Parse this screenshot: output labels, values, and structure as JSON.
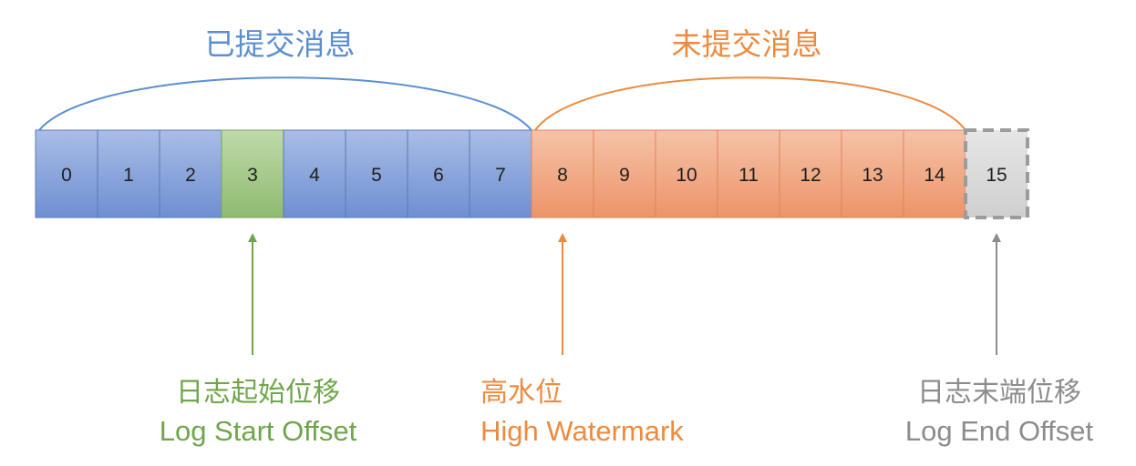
{
  "colors": {
    "committed": "#6f8fd2",
    "committed_stroke": "#5a78b8",
    "committed_label": "#5b8fd1",
    "start": "#97c17c",
    "start_stroke": "#7aa35f",
    "start_label": "#6fa64b",
    "uncommitted": "#ee9f78",
    "uncommitted_stroke": "#e2835a",
    "uncommitted_label": "#ee8a3f",
    "end": "#d6d6d6",
    "end_stroke": "#9c9c9c",
    "end_label": "#8c8c8c"
  },
  "regions": {
    "committed": {
      "label": "已提交消息",
      "from": 0,
      "to": 7
    },
    "uncommitted": {
      "label": "未提交消息",
      "from": 8,
      "to": 14
    }
  },
  "cells": [
    {
      "label": "0",
      "kind": "committed"
    },
    {
      "label": "1",
      "kind": "committed"
    },
    {
      "label": "2",
      "kind": "committed"
    },
    {
      "label": "3",
      "kind": "start"
    },
    {
      "label": "4",
      "kind": "committed"
    },
    {
      "label": "5",
      "kind": "committed"
    },
    {
      "label": "6",
      "kind": "committed"
    },
    {
      "label": "7",
      "kind": "committed"
    },
    {
      "label": "8",
      "kind": "uncommitted"
    },
    {
      "label": "9",
      "kind": "uncommitted"
    },
    {
      "label": "10",
      "kind": "uncommitted"
    },
    {
      "label": "11",
      "kind": "uncommitted"
    },
    {
      "label": "12",
      "kind": "uncommitted"
    },
    {
      "label": "13",
      "kind": "uncommitted"
    },
    {
      "label": "14",
      "kind": "uncommitted"
    },
    {
      "label": "15",
      "kind": "end"
    }
  ],
  "markers": [
    {
      "id": "log-start-offset",
      "offset": 3,
      "label_cn": "日志起始位移",
      "label_en": "Log Start Offset",
      "color_key": "start_label",
      "edge": "center"
    },
    {
      "id": "high-watermark",
      "offset": 8,
      "label_cn": "高水位",
      "label_en": "High Watermark",
      "color_key": "uncommitted_label",
      "edge": "left"
    },
    {
      "id": "log-end-offset",
      "offset": 15,
      "label_cn": "日志末端位移",
      "label_en": "Log End Offset",
      "color_key": "end_label",
      "edge": "center"
    }
  ]
}
